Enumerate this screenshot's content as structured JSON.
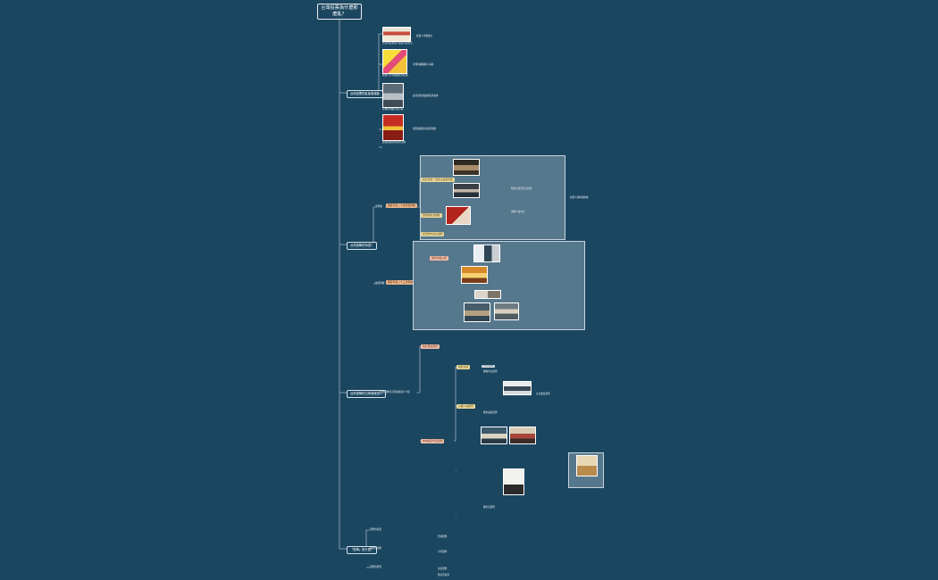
{
  "root": {
    "line1": "台灣投票為什麼那",
    "line2": "麼亂？"
  },
  "branches": [
    {
      "label": "台灣投票的亂象與現象"
    },
    {
      "label": "台灣選舉的特徵？"
    },
    {
      "label": "台灣選舉的沿革與候選人"
    },
    {
      "label": "「選舉」是什麼？"
    }
  ],
  "b1": {
    "items": [
      "台北市長參選人遊街拜票文宣",
      "候選人大型看板充斥街頭",
      "宣傳車穿梭大街小巷",
      "競選總部前的造勢活動"
    ],
    "notes": [
      "候選人肖像放大",
      "宣傳車廣播擾人清夢",
      "政見發表會變成造勢晚會",
      "選舉過後環境清潔問題"
    ]
  },
  "b2": {
    "sub1": "選舉權",
    "sub1_desc": "國民年滿二十歲有選舉權",
    "sub2": "被選舉權",
    "sub2_desc": "國民年滿二十三歲有被選舉權",
    "pills": [
      "投票日前一天禁止競選活動",
      "選舉罷免法規範",
      "投票所內禁止拍照",
      "開票作業公開"
    ],
    "right_notes": [
      "投票日當天禁止拉票",
      "選務人員中立",
      "候選人須申報財產"
    ]
  },
  "b3": {
    "sub": "台灣選舉的沿革與候選人介紹",
    "pills": [
      "地方自治選舉",
      "中央民意代表選舉",
      "總統直選",
      "公職人員選舉"
    ],
    "notes": [
      "村里長選舉",
      "鄉鎮市長選舉",
      "縣市議員選舉",
      "縣市長選舉",
      "立法委員選舉"
    ]
  },
  "b4": {
    "subs": [
      "選舉的意義",
      "選舉的功能",
      "選舉的原則"
    ],
    "notes": [
      "普通選舉",
      "平等選舉",
      "直接選舉",
      "無記名投票"
    ]
  }
}
